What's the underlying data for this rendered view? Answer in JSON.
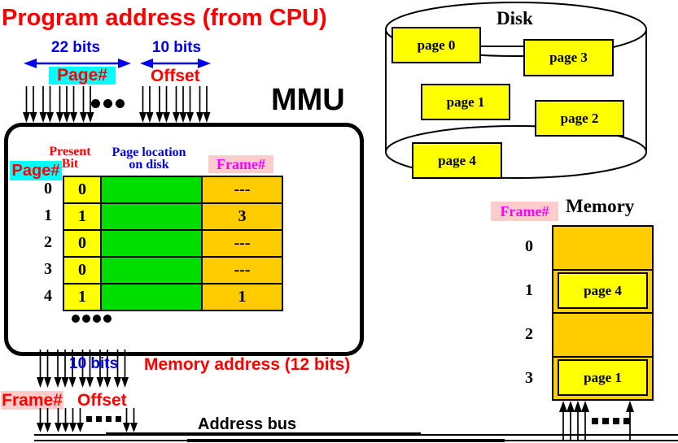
{
  "colors": {
    "red": "#ff0000",
    "blue": "#0000ee",
    "cyan": "#00ffff",
    "magenta": "#ff00ff",
    "pink": "#ffcccc",
    "yellow": "#ffff00",
    "green": "#00dd00",
    "gold": "#ffcc00",
    "black": "#000000"
  },
  "program_address": {
    "title": "Program address (from CPU)",
    "page_bits": "22 bits",
    "offset_bits": "10 bits",
    "page_label": "Page#",
    "offset_label": "Offset"
  },
  "mmu": {
    "label": "MMU",
    "table": {
      "page_col_header": "Page#",
      "present_header_line1": "Present",
      "present_header_line2": "Bit",
      "location_header_line1": "Page location",
      "location_header_line2": "on disk",
      "frame_header": "Frame#",
      "rows": [
        {
          "page": "0",
          "present": "0",
          "frame": "---"
        },
        {
          "page": "1",
          "present": "1",
          "frame": "3"
        },
        {
          "page": "2",
          "present": "0",
          "frame": "---"
        },
        {
          "page": "3",
          "present": "0",
          "frame": "---"
        },
        {
          "page": "4",
          "present": "1",
          "frame": "1"
        }
      ]
    }
  },
  "memory_address": {
    "bits_label": "10 bits",
    "label": "Memory address (12 bits)",
    "frame_label": "Frame#",
    "offset_label": "Offset"
  },
  "bus": {
    "label": "Address bus"
  },
  "disk": {
    "label": "Disk",
    "pages": [
      "page 0",
      "page 3",
      "page 1",
      "page 2",
      "page 4"
    ]
  },
  "memory": {
    "label": "Memory",
    "frame_header": "Frame#",
    "frames": [
      "0",
      "1",
      "2",
      "3"
    ],
    "loaded_pages": {
      "frame1": "page 4",
      "frame3": "page 1"
    }
  }
}
